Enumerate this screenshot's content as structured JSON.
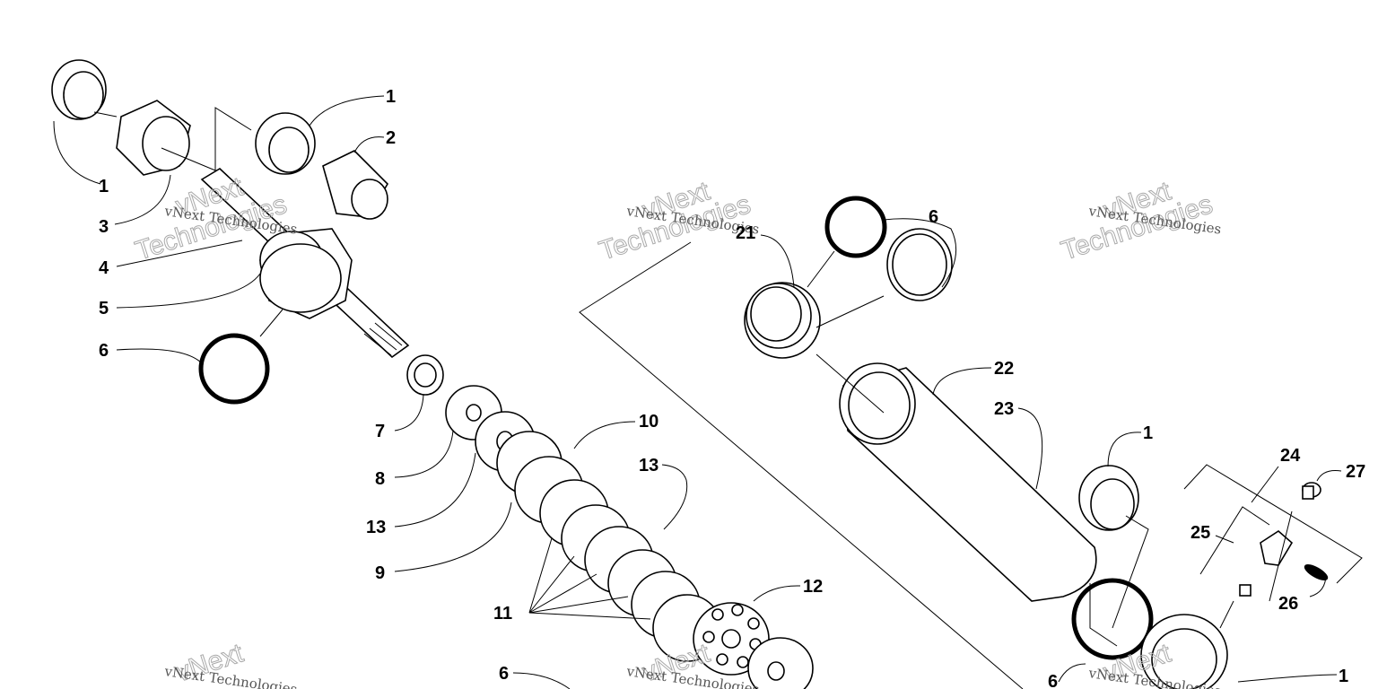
{
  "watermark": {
    "line1": "vNext Technologies",
    "line2": "Technologies",
    "line3": "vNext"
  },
  "callouts": [
    {
      "id": "c1a",
      "text": "1"
    },
    {
      "id": "c1b",
      "text": "1"
    },
    {
      "id": "c2",
      "text": "2"
    },
    {
      "id": "c3",
      "text": "3"
    },
    {
      "id": "c4",
      "text": "4"
    },
    {
      "id": "c5",
      "text": "5"
    },
    {
      "id": "c6a",
      "text": "6"
    },
    {
      "id": "c7",
      "text": "7"
    },
    {
      "id": "c8",
      "text": "8"
    },
    {
      "id": "c13a",
      "text": "13"
    },
    {
      "id": "c9",
      "text": "9"
    },
    {
      "id": "c10",
      "text": "10"
    },
    {
      "id": "c13b",
      "text": "13"
    },
    {
      "id": "c11",
      "text": "11"
    },
    {
      "id": "c12",
      "text": "12"
    },
    {
      "id": "c6b",
      "text": "6"
    },
    {
      "id": "c21",
      "text": "21"
    },
    {
      "id": "c6c",
      "text": "6"
    },
    {
      "id": "c22",
      "text": "22"
    },
    {
      "id": "c23",
      "text": "23"
    },
    {
      "id": "c1c",
      "text": "1"
    },
    {
      "id": "c24",
      "text": "24"
    },
    {
      "id": "c27",
      "text": "27"
    },
    {
      "id": "c25",
      "text": "25"
    },
    {
      "id": "c26",
      "text": "26"
    },
    {
      "id": "c6d",
      "text": "6"
    },
    {
      "id": "c1d",
      "text": "1"
    }
  ]
}
